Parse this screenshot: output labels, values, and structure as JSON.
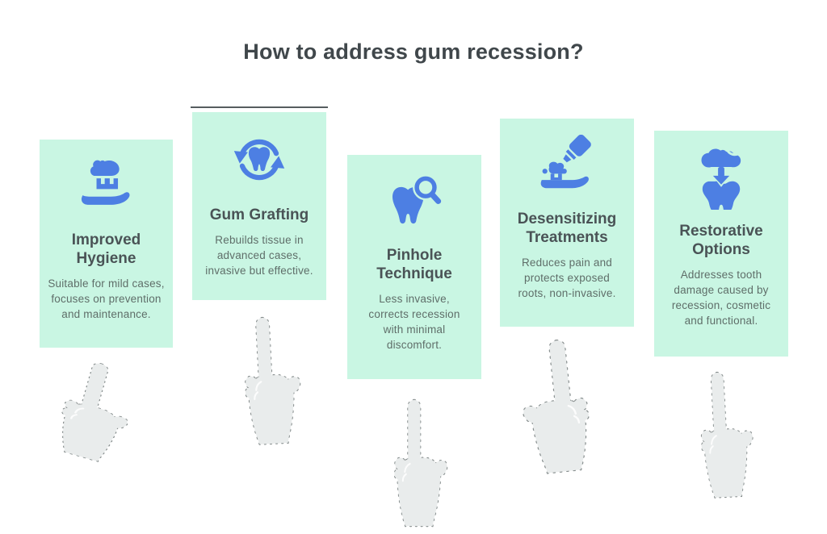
{
  "page": {
    "title": "How to address gum recession?"
  },
  "colors": {
    "background": "#ffffff",
    "card_background": "#c9f6e3",
    "icon_blue": "#4d7fe3",
    "heading_text": "#40474b",
    "card_title_text": "#4a5356",
    "card_body_text": "#5f6e69",
    "hand_fill": "#e9ecec",
    "divider_line": "#565d60"
  },
  "cards": [
    {
      "icon": "toothbrush-toothpaste-icon",
      "title": "Improved Hygiene",
      "description": "Suitable for mild cases, focuses on prevention and maintenance."
    },
    {
      "icon": "tooth-refresh-arrows-icon",
      "title": "Gum Grafting",
      "description": "Rebuilds tissue in advanced cases, invasive but effective."
    },
    {
      "icon": "tooth-magnifier-icon",
      "title": "Pinhole Technique",
      "description": "Less invasive, corrects recession with minimal discomfort."
    },
    {
      "icon": "toothpaste-tube-brush-icon",
      "title": "Desensitizing Treatments",
      "description": "Reduces pain and protects exposed roots, non-invasive."
    },
    {
      "icon": "crown-restoration-icon",
      "title": "Restorative Options",
      "description": "Addresses tooth damage caused by recession, cosmetic and functional."
    }
  ],
  "decorations": {
    "pointing_hands_count": 5
  }
}
